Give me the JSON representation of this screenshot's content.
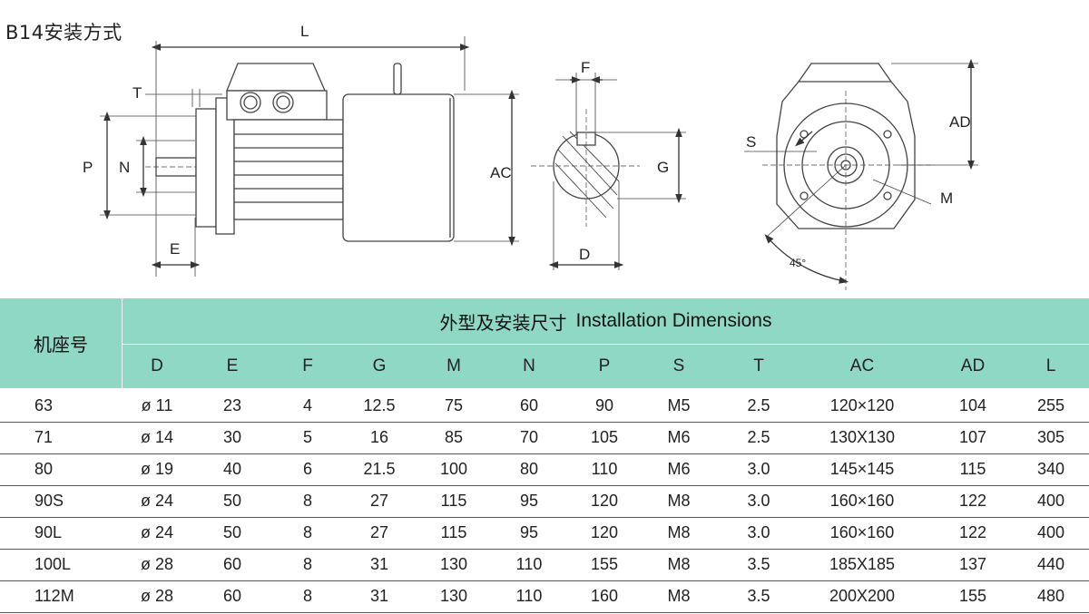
{
  "title": "B14安装方式",
  "drawing_labels": {
    "L": "L",
    "T": "T",
    "P": "P",
    "N": "N",
    "E": "E",
    "AC": "AC",
    "F": "F",
    "G": "G",
    "D": "D",
    "AD": "AD",
    "S": "S",
    "M": "M",
    "angle": "45°"
  },
  "table": {
    "model_header": "机座号",
    "group_header_zh": "外型及安装尺寸",
    "group_header_en": "Installation Dimensions",
    "columns": [
      "D",
      "E",
      "F",
      "G",
      "M",
      "N",
      "P",
      "S",
      "T",
      "AC",
      "AD",
      "L"
    ],
    "rows": [
      {
        "model": "63",
        "values": [
          "ø 11",
          "23",
          "4",
          "12.5",
          "75",
          "60",
          "90",
          "M5",
          "2.5",
          "120×120",
          "104",
          "255"
        ]
      },
      {
        "model": "71",
        "values": [
          "ø 14",
          "30",
          "5",
          "16",
          "85",
          "70",
          "105",
          "M6",
          "2.5",
          "130X130",
          "107",
          "305"
        ]
      },
      {
        "model": "80",
        "values": [
          "ø 19",
          "40",
          "6",
          "21.5",
          "100",
          "80",
          "110",
          "M6",
          "3.0",
          "145×145",
          "115",
          "340"
        ]
      },
      {
        "model": "90S",
        "values": [
          "ø 24",
          "50",
          "8",
          "27",
          "115",
          "95",
          "120",
          "M8",
          "3.0",
          "160×160",
          "122",
          "400"
        ]
      },
      {
        "model": "90L",
        "values": [
          "ø 24",
          "50",
          "8",
          "27",
          "115",
          "95",
          "120",
          "M8",
          "3.0",
          "160×160",
          "122",
          "400"
        ]
      },
      {
        "model": "100L",
        "values": [
          "ø 28",
          "60",
          "8",
          "31",
          "130",
          "110",
          "155",
          "M8",
          "3.5",
          "185X185",
          "137",
          "440"
        ]
      },
      {
        "model": "112M",
        "values": [
          "ø 28",
          "60",
          "8",
          "31",
          "130",
          "110",
          "160",
          "M8",
          "3.5",
          "200X200",
          "155",
          "480"
        ]
      }
    ]
  }
}
